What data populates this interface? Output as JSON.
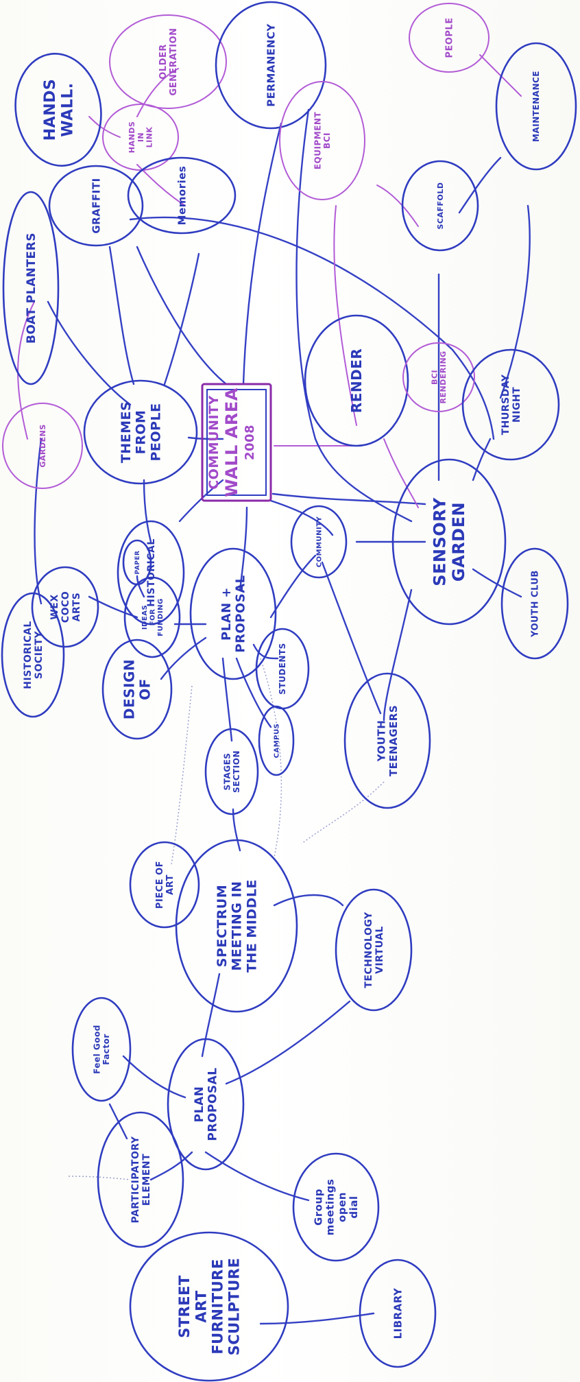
{
  "mind_map": {
    "center": {
      "lines": [
        "COMMUNITY",
        "WALL AREA",
        "2008"
      ]
    },
    "nodes": [
      {
        "id": "hands-wall",
        "lines": [
          "HANDS",
          "WALL."
        ],
        "color": "blue"
      },
      {
        "id": "older-generation",
        "lines": [
          "OLDER",
          "GENERATION"
        ],
        "color": "purple"
      },
      {
        "id": "permanency",
        "lines": [
          "PERMANENCY"
        ],
        "color": "blue"
      },
      {
        "id": "people",
        "lines": [
          "PEOPLE"
        ],
        "color": "purple"
      },
      {
        "id": "hands-in-link",
        "lines": [
          "HANDS",
          "IN",
          "LINK"
        ],
        "color": "purple"
      },
      {
        "id": "maintenance",
        "lines": [
          "MAINTENANCE"
        ],
        "color": "blue"
      },
      {
        "id": "equipment",
        "lines": [
          "EQUIPMENT",
          "BCI"
        ],
        "color": "purple"
      },
      {
        "id": "memories",
        "lines": [
          "Memories"
        ],
        "color": "blue"
      },
      {
        "id": "graffiti",
        "lines": [
          "GRAFFITI"
        ],
        "color": "blue"
      },
      {
        "id": "boat-planters",
        "lines": [
          "BOAT PLANTERS"
        ],
        "color": "blue"
      },
      {
        "id": "scaffold",
        "lines": [
          "SCAFFOLD"
        ],
        "color": "blue"
      },
      {
        "id": "themes",
        "lines": [
          "THEMES",
          "FROM",
          "PEOPLE"
        ],
        "color": "blue"
      },
      {
        "id": "render",
        "lines": [
          "RENDER"
        ],
        "color": "blue"
      },
      {
        "id": "bci-rendering",
        "lines": [
          "BCI",
          "RENDERING"
        ],
        "color": "purple"
      },
      {
        "id": "thursday-night",
        "lines": [
          "THURSDAY",
          "NIGHT"
        ],
        "color": "blue"
      },
      {
        "id": "gardens",
        "lines": [
          "GARDENS"
        ],
        "color": "purple"
      },
      {
        "id": "historical",
        "lines": [
          "HISTORICAL"
        ],
        "color": "blue"
      },
      {
        "id": "community",
        "lines": [
          "COMMUNITY"
        ],
        "color": "blue"
      },
      {
        "id": "sensory-garden",
        "lines": [
          "SENSORY",
          "GARDEN"
        ],
        "color": "blue"
      },
      {
        "id": "youth-club",
        "lines": [
          "YOUTH CLUB"
        ],
        "color": "blue"
      },
      {
        "id": "wex-coco",
        "lines": [
          "WEX",
          "COCO",
          "ARTS"
        ],
        "color": "blue"
      },
      {
        "id": "pencil-small",
        "lines": [
          "PAPER"
        ],
        "color": "blue"
      },
      {
        "id": "ideas-funding",
        "lines": [
          "IDEAS",
          "FOR",
          "FUNDING"
        ],
        "color": "blue"
      },
      {
        "id": "plan-proposal",
        "lines": [
          "PLAN +",
          "PROPOSAL"
        ],
        "color": "blue"
      },
      {
        "id": "students",
        "lines": [
          "STUDENTS"
        ],
        "color": "blue"
      },
      {
        "id": "historical-society",
        "lines": [
          "HISTORICAL",
          "SOCIETY"
        ],
        "color": "blue"
      },
      {
        "id": "design-of",
        "lines": [
          "DESIGN",
          "OF"
        ],
        "color": "blue"
      },
      {
        "id": "campus",
        "lines": [
          "CAMPUS"
        ],
        "color": "blue"
      },
      {
        "id": "youth-teenagers",
        "lines": [
          "YOUTH",
          "TEENAGERS"
        ],
        "color": "blue"
      },
      {
        "id": "stages-section",
        "lines": [
          "STAGES",
          "SECTION"
        ],
        "color": "blue"
      },
      {
        "id": "spectrum",
        "lines": [
          "SPECTRUM",
          "MEETING IN",
          "THE MIDDLE"
        ],
        "color": "blue"
      },
      {
        "id": "piece-of-art",
        "lines": [
          "PIECE OF",
          "ART"
        ],
        "color": "blue"
      },
      {
        "id": "technology",
        "lines": [
          "TECHNOLOGY",
          "VIRTUAL"
        ],
        "color": "blue"
      },
      {
        "id": "feel-good",
        "lines": [
          "Feel Good",
          "Factor"
        ],
        "color": "blue"
      },
      {
        "id": "plan-proposal-2",
        "lines": [
          "PLAN",
          "PROPOSAL"
        ],
        "color": "blue"
      },
      {
        "id": "participatory",
        "lines": [
          "PARTICIPATORY",
          "ELEMENT"
        ],
        "color": "blue"
      },
      {
        "id": "group-meetings",
        "lines": [
          "Group",
          "meetings",
          "open",
          "dial"
        ],
        "color": "blue"
      },
      {
        "id": "street-art",
        "lines": [
          "STREET",
          "ART",
          "FURNITURE",
          "SCULPTURE"
        ],
        "color": "blue"
      },
      {
        "id": "library",
        "lines": [
          "LIBRARY"
        ],
        "color": "blue"
      }
    ]
  }
}
